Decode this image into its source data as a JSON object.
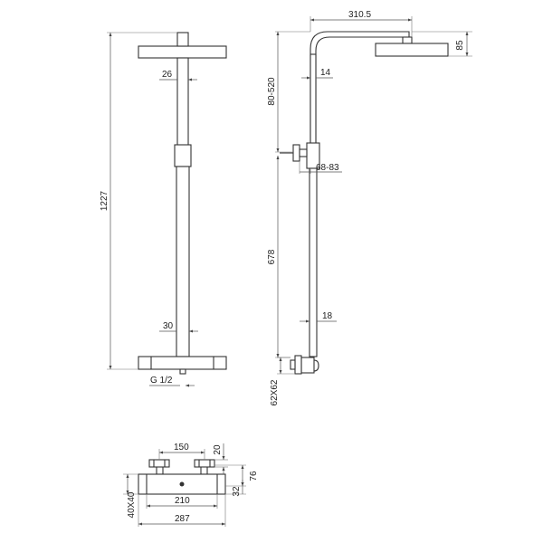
{
  "front_view": {
    "overall_height": "1227",
    "pipe_upper": "26",
    "pipe_lower": "30",
    "inlet_thread": "G 1/2"
  },
  "side_view": {
    "arm_length": "310.5",
    "head_height": "85",
    "slide_range": "80-520",
    "pipe_upper": "14",
    "holder_offset": "68-83",
    "slide_to_mixer": "678",
    "pipe_lower": "18",
    "mixer_section": "62X62"
  },
  "mixer_view": {
    "handle_spacing": "150",
    "handle_gap": "20",
    "handle_depth": "76",
    "body_depth": "32",
    "body_section": "40X40",
    "inlet_centers": "210",
    "body_length": "287"
  }
}
